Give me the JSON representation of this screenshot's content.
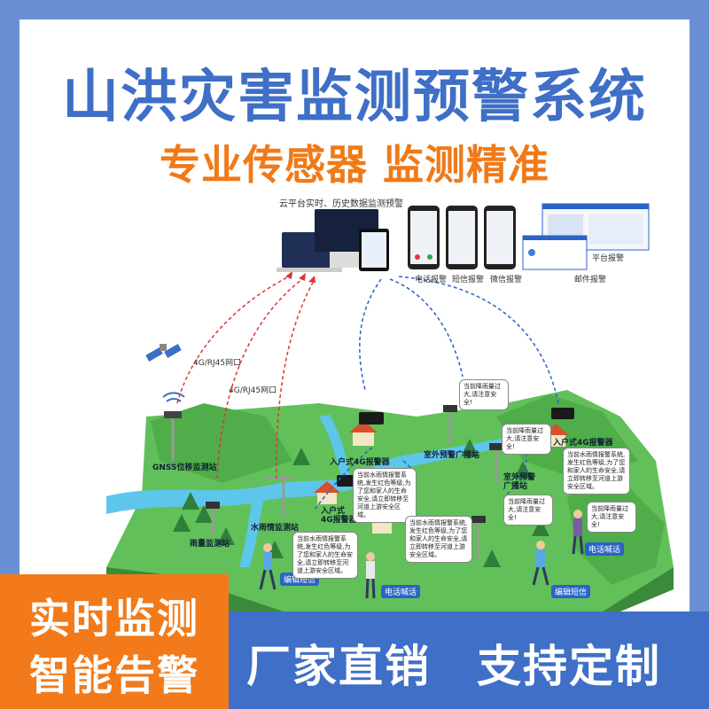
{
  "header": {
    "title": "山洪灾害监测预警系统",
    "subtitle": "专业传感器 监测精准"
  },
  "platform": {
    "cloud_label": "云平台实时、历史数据监测预警",
    "phone_labels": [
      "电话报警",
      "短信报警",
      "微信报警"
    ],
    "email_label": "邮件报警",
    "platform_label": "平台报警"
  },
  "links": {
    "net1": "4G/RJ45网口",
    "net2": "4G/RJ45网口"
  },
  "stations": {
    "gnss": "GNSS位移监测站",
    "rain": "雨量监测站",
    "water": "水雨情监测站",
    "home1": "入户式4G报警器",
    "home2": "入户式\n4G报警器",
    "home3": "入户式4G报警器",
    "outdoor1": "室外预警广播站",
    "outdoor2": "室外预警\n广播站"
  },
  "people": {
    "sms1": "编辑短信",
    "call1": "电话喊话",
    "sms2": "编辑短信",
    "call2": "电话喊话"
  },
  "bubbles": {
    "b1": "当前降雨量过大,请注意安全!",
    "b2": "当前降雨量过大,请注意安全!",
    "b3": "当前水雨情报警系统,发生红色等级,为了您和家人的生命安全,请立即转移至河道上游安全区域。",
    "b4": "当前水雨情报警系统,发生红色等级,为了您和家人的生命安全,请立即转移至河道上游安全区域。",
    "b5": "当前水雨情报警系统,发生红色等级,为了您和家人的生命安全,请立即转移至河道上游安全区域。",
    "b6": "当前降雨量过大,请注意安全!",
    "b7": "当前水雨情报警系统,发生红色等级,为了您和家人的生命安全,请立即转移至河道上游安全区域。",
    "b8": "当前降雨量过大,请注意安全!"
  },
  "footer": {
    "left_line1": "实时监测",
    "left_line2": "智能告警",
    "right_part1": "厂家直销",
    "right_part2": "支持定制"
  },
  "colors": {
    "frame": "#6b8fd4",
    "title": "#3f6fc6",
    "accent": "#f07a18",
    "terrain": "#5fbf55",
    "river": "#5ec6ea"
  }
}
